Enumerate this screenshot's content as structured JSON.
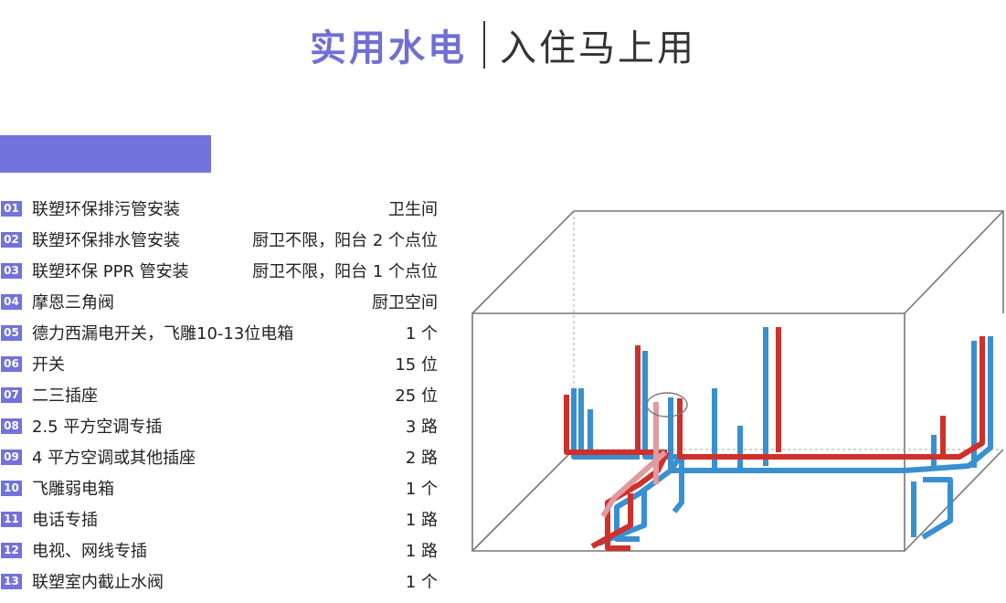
{
  "header": {
    "title_bold": "实用水电",
    "title_light": "入住马上用"
  },
  "colors": {
    "accent": "#7272dc",
    "hot_pipe": "#d0302a",
    "cold_pipe": "#3a8fd0",
    "pink_pipe": "#e09aa0"
  },
  "items": [
    {
      "num": "01",
      "name": "联塑环保排污管安装",
      "value": "卫生间"
    },
    {
      "num": "02",
      "name": "联塑环保排水管安装",
      "value": "厨卫不限，阳台 2 个点位"
    },
    {
      "num": "03",
      "name": "联塑环保 PPR 管安装",
      "value": "厨卫不限，阳台 1 个点位"
    },
    {
      "num": "04",
      "name": "摩恩三角阀",
      "value": "厨卫空间"
    },
    {
      "num": "05",
      "name": "德力西漏电开关，飞雕10-13位电箱",
      "value": "1 个"
    },
    {
      "num": "06",
      "name": "开关",
      "value": "15 位"
    },
    {
      "num": "07",
      "name": "二三插座",
      "value": "25 位"
    },
    {
      "num": "08",
      "name": "2.5 平方空调专插",
      "value": "3 路"
    },
    {
      "num": "09",
      "name": "4 平方空调或其他插座",
      "value": "2 路"
    },
    {
      "num": "10",
      "name": "飞雕弱电箱",
      "value": "1 个"
    },
    {
      "num": "11",
      "name": "电话专插",
      "value": "1 路"
    },
    {
      "num": "12",
      "name": "电视、网线专插",
      "value": "1 路"
    },
    {
      "num": "13",
      "name": "联塑室内截止水阀",
      "value": "1 个"
    }
  ],
  "diagram": {
    "icon": "pipe-layout-diagram-icon"
  }
}
